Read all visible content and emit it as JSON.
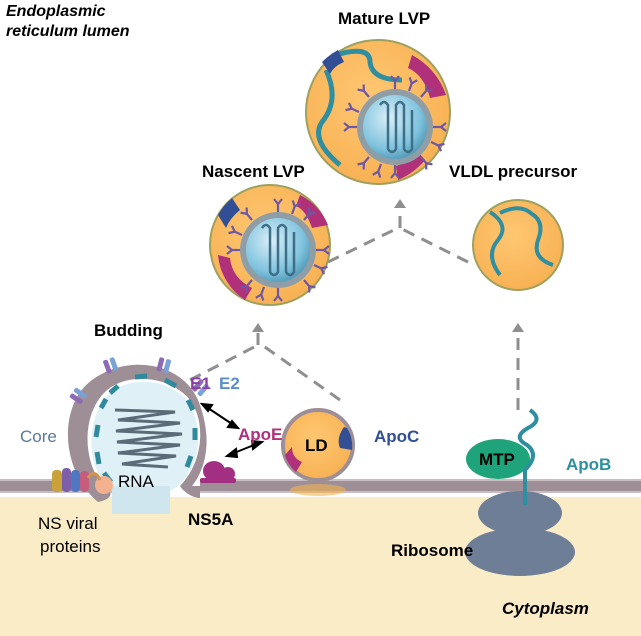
{
  "regions": {
    "er_lumen_line1": "Endoplasmic",
    "er_lumen_line2": "reticulum lumen",
    "cytoplasm": "Cytoplasm"
  },
  "particles": {
    "mature": "Mature LVP",
    "nascent": "Nascent LVP",
    "vldl": "VLDL precursor"
  },
  "process": {
    "budding": "Budding"
  },
  "components": {
    "e1": "E1",
    "e2": "E2",
    "core": "Core",
    "rna": "RNA",
    "apoe": "ApoE",
    "apoc": "ApoC",
    "ld": "LD",
    "mtp": "MTP",
    "apob": "ApoB",
    "ns5a": "NS5A",
    "ns_line1": "NS viral",
    "ns_line2": "proteins",
    "ribosome": "Ribosome"
  },
  "colors": {
    "membrane": "#9e8f97",
    "cytoplasm_fill": "#fbecc8",
    "lipid_orange": "#fbb85c",
    "apoe_magenta": "#b0307a",
    "apoc_blue": "#324f96",
    "apob_teal": "#2f8fa0",
    "glycoprotein_purple": "#6e57a6",
    "mtp_green": "#1fa37a",
    "ribosome_gray": "#6d7e96",
    "arrow_gray": "#8f8f8f"
  }
}
